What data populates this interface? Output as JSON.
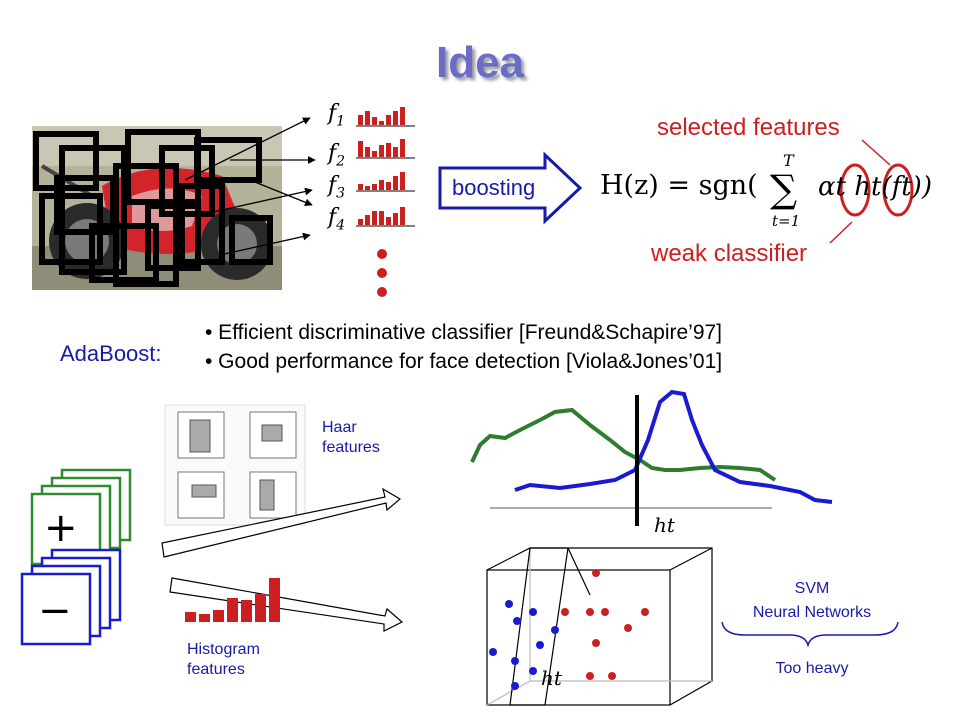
{
  "title": "Idea",
  "features": [
    "1",
    "2",
    "3",
    "4"
  ],
  "boosting_label": "boosting",
  "formula": {
    "lhs": "H(z) = sgn(",
    "sum_top": "T",
    "sum_bottom": "t=1",
    "terms": "αt ht(ft))"
  },
  "selected_features_label": "selected features",
  "weak_classifier_label": "weak classifier",
  "adaboost_label": "AdaBoost:",
  "bullets": [
    "• Efficient discriminative classifier [Freund&Schapire’97]",
    "• Good performance for face detection [Viola&Jones’01]"
  ],
  "haar_label": "Haar\nfeatures",
  "histogram_label": "Histogram\nfeatures",
  "plot_threshold_label": "ht",
  "cube_threshold_label": "ht",
  "svm_label": "SVM",
  "nn_label": "Neural Networks",
  "too_heavy_label": "Too heavy",
  "plus_symbol": "+",
  "minus_symbol": "−",
  "colors": {
    "title": "#6b6bc8",
    "red": "#cc2020",
    "blue": "#1a1aa8",
    "green": "#2e7d2e"
  }
}
